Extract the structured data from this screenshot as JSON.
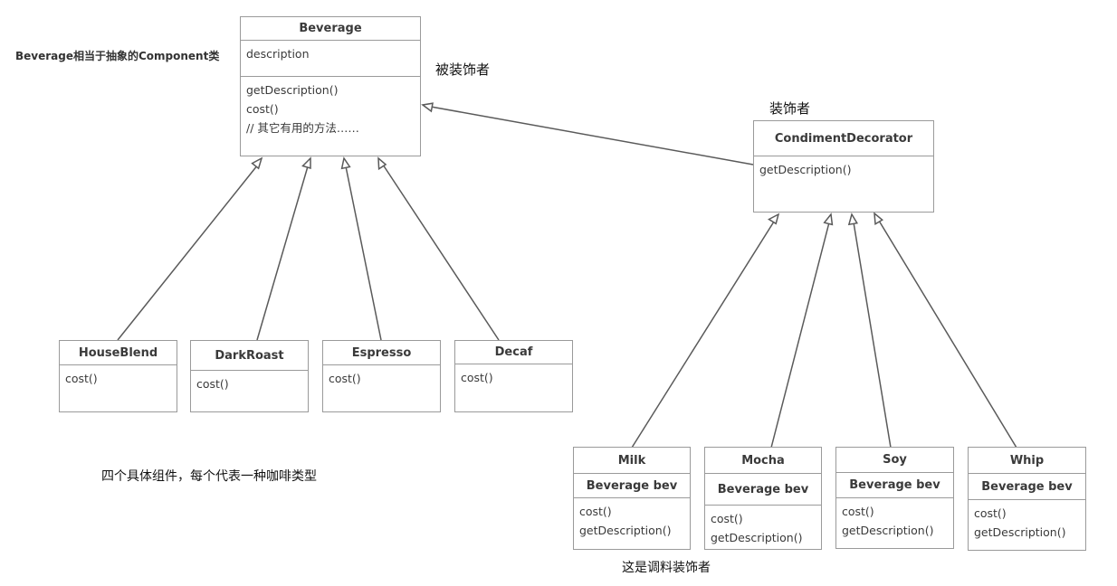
{
  "notes": {
    "component_note": "Beverage相当于抽象的Component类",
    "decorated_label": "被装饰者",
    "decorator_label": "装饰者",
    "concrete_note": "四个具体组件，每个代表一种咖啡类型",
    "condiment_note": "这是调料装饰者"
  },
  "beverage": {
    "name": "Beverage",
    "attributes": [
      "description"
    ],
    "methods": [
      "getDescription()",
      "cost()",
      "// 其它有用的方法……"
    ]
  },
  "condiment_decorator": {
    "name": "CondimentDecorator",
    "methods": [
      "getDescription()"
    ]
  },
  "concrete_components": [
    {
      "name": "HouseBlend",
      "methods": [
        "cost()"
      ]
    },
    {
      "name": "DarkRoast",
      "methods": [
        "cost()"
      ]
    },
    {
      "name": "Espresso",
      "methods": [
        "cost()"
      ]
    },
    {
      "name": "Decaf",
      "methods": [
        "cost()"
      ]
    }
  ],
  "decorators": [
    {
      "name": "Milk",
      "field": "Beverage bev",
      "methods": [
        "cost()",
        "getDescription()"
      ]
    },
    {
      "name": "Mocha",
      "field": "Beverage bev",
      "methods": [
        "cost()",
        "getDescription()"
      ]
    },
    {
      "name": "Soy",
      "field": "Beverage bev",
      "methods": [
        "cost()",
        "getDescription()"
      ]
    },
    {
      "name": "Whip",
      "field": "Beverage bev",
      "methods": [
        "cost()",
        "getDescription()"
      ]
    }
  ],
  "colors": {
    "line": "#5a5a5a",
    "border": "#9a9a9a",
    "text": "#3a3a3a"
  }
}
